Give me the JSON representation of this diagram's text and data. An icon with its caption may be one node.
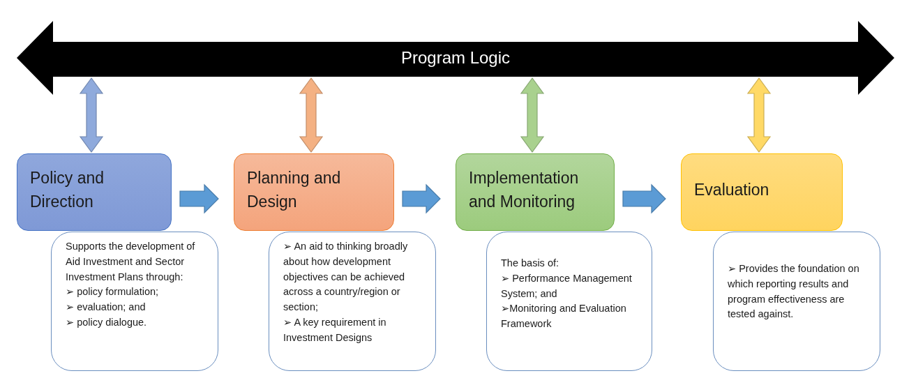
{
  "diagram": {
    "nodes": [
      {
        "text": [
          "Program Logic"
        ]
      },
      {
        "text": [
          "Policy and Direction"
        ]
      },
      {
        "text": [
          "Planning and Design"
        ]
      },
      {
        "text": [
          "Implementation and Monitoring"
        ]
      },
      {
        "text": [
          "Evaluation"
        ]
      },
      {
        "text": [
          "Supports the development of Aid Investment and Sector Investment Plans through:",
          "➢ policy formulation;",
          "➢ evaluation; and",
          "➢ policy dialogue."
        ]
      },
      {
        "text": [
          "➢ An aid to thinking broadly about how development objectives can be achieved across a country/region or section;",
          "➢ A key requirement in Investment Designs"
        ]
      },
      {
        "text": [
          "The basis of:",
          "➢ Performance Management System; and",
          "➢Monitoring and Evaluation Framework"
        ]
      },
      {
        "text": [
          "➢ Provides the foundation on which reporting results and program effectiveness are tested against."
        ]
      }
    ],
    "edges": [
      {
        "from": 0,
        "to": 1,
        "arrow": "both",
        "color": "#8faadc"
      },
      {
        "from": 0,
        "to": 2,
        "arrow": "both",
        "color": "#f4b183"
      },
      {
        "from": 0,
        "to": 3,
        "arrow": "both",
        "color": "#a9d18e"
      },
      {
        "from": 0,
        "to": 4,
        "arrow": "both",
        "color": "#ffd966"
      },
      {
        "from": 1,
        "to": 2,
        "arrow": "to",
        "style": "thick",
        "color": "#5b9bd5"
      },
      {
        "from": 2,
        "to": 3,
        "arrow": "to",
        "style": "thick",
        "color": "#5b9bd5"
      },
      {
        "from": 3,
        "to": 4,
        "arrow": "to",
        "style": "thick",
        "color": "#5b9bd5"
      }
    ]
  }
}
